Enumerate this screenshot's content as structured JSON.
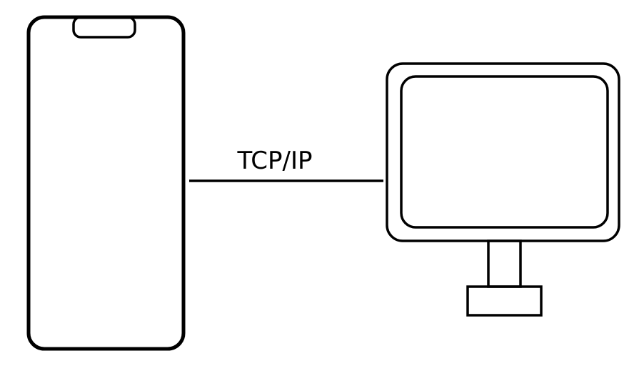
{
  "diagram": {
    "connection": {
      "label": "TCP/IP"
    },
    "nodes": [
      {
        "id": "phone",
        "icon": "smartphone-icon"
      },
      {
        "id": "computer",
        "icon": "monitor-icon"
      }
    ],
    "colors": {
      "stroke": "#000000",
      "background": "#ffffff"
    }
  }
}
